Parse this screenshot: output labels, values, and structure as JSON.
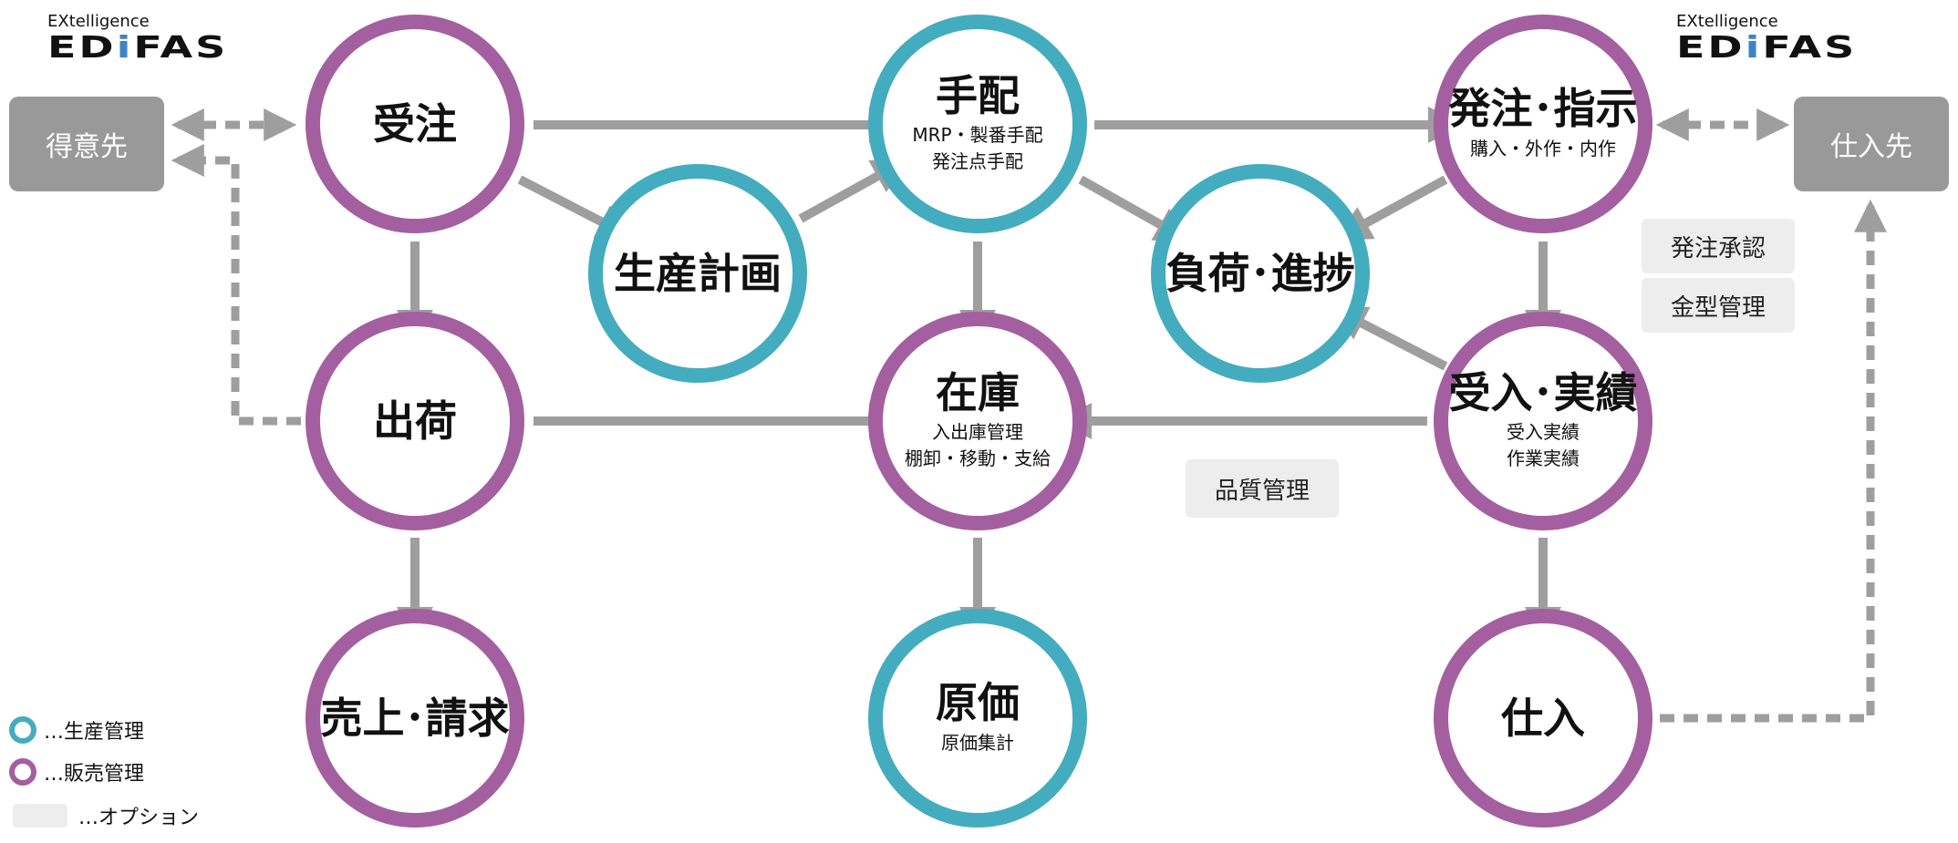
{
  "logos": {
    "brand_small": "EXtelligence",
    "brand_big": "EDiFAS"
  },
  "parties": {
    "customer": "得意先",
    "supplier": "仕入先"
  },
  "nodes": {
    "order": {
      "title": "受注"
    },
    "arrange": {
      "title": "手配",
      "sub1": "MRP・製番手配",
      "sub2": "発注点手配"
    },
    "purchase": {
      "title": "発注･指示",
      "sub1": "購入・外作・内作"
    },
    "plan": {
      "title": "生産計画"
    },
    "load": {
      "title": "負荷･進捗"
    },
    "ship": {
      "title": "出荷"
    },
    "stock": {
      "title": "在庫",
      "sub1": "入出庫管理",
      "sub2": "棚卸・移動・支給"
    },
    "receive": {
      "title": "受入･実績",
      "sub1": "受入実績",
      "sub2": "作業実績"
    },
    "sales": {
      "title": "売上･請求"
    },
    "cost": {
      "title": "原価",
      "sub1": "原価集計"
    },
    "buy": {
      "title": "仕入"
    }
  },
  "options": {
    "approval": "発注承認",
    "mold": "金型管理",
    "quality": "品質管理"
  },
  "legend": {
    "production": "…生産管理",
    "sales": "…販売管理",
    "option": "…オプション"
  },
  "colors": {
    "sales_ring": "#a45fa0",
    "production_ring": "#44acbf",
    "arrow": "#9e9e9e",
    "party_box": "#999999",
    "option_box": "#ededed"
  }
}
